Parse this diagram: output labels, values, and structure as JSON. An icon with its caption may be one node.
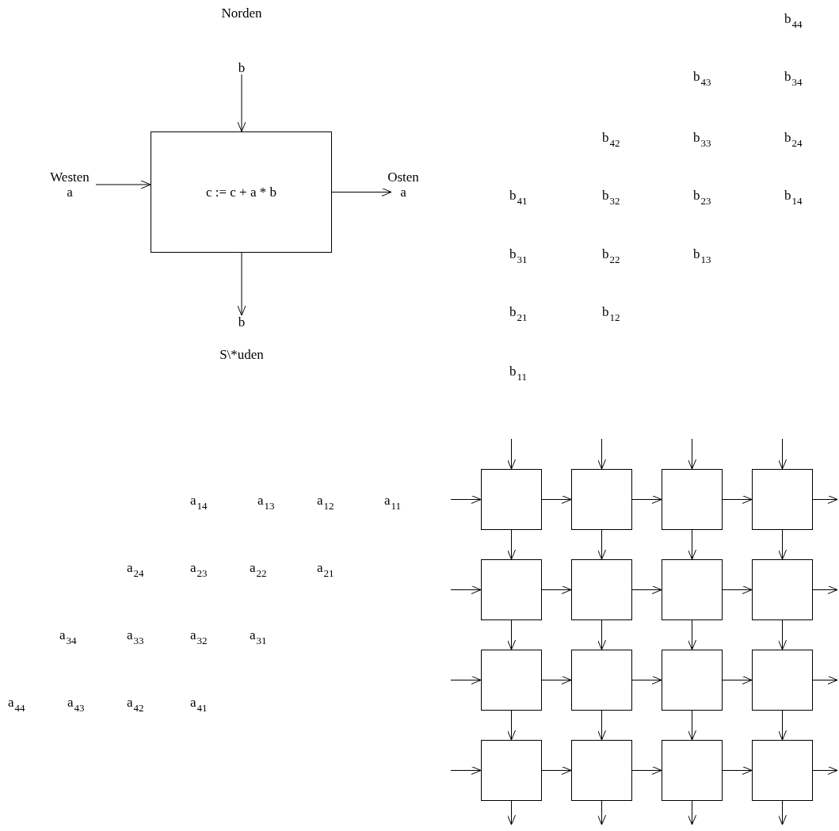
{
  "diagram": {
    "nodes": [
      {
        "text": [
          "c := c + a * b"
        ]
      },
      {
        "text": [
          "Norden",
          "b"
        ]
      },
      {
        "text": [
          "Westen",
          "a"
        ]
      },
      {
        "text": [
          "Osten",
          "a"
        ]
      },
      {
        "text": [
          "b",
          "S\\*uden"
        ]
      },
      {
        "text": [],
        "shape": "box"
      },
      {
        "text": [],
        "shape": "box"
      },
      {
        "text": [],
        "shape": "box"
      },
      {
        "text": [],
        "shape": "box"
      },
      {
        "text": [],
        "shape": "box"
      },
      {
        "text": [],
        "shape": "box"
      },
      {
        "text": [],
        "shape": "box"
      },
      {
        "text": [],
        "shape": "box"
      },
      {
        "text": [],
        "shape": "box"
      },
      {
        "text": [],
        "shape": "box"
      },
      {
        "text": [],
        "shape": "box"
      },
      {
        "text": [],
        "shape": "box"
      },
      {
        "text": [],
        "shape": "box"
      },
      {
        "text": [],
        "shape": "box"
      },
      {
        "text": [],
        "shape": "box"
      },
      {
        "text": [],
        "shape": "box"
      }
    ],
    "edges": [
      {
        "from": 1,
        "to": 0,
        "arrow": "to"
      },
      {
        "from": 2,
        "to": 0,
        "arrow": "to"
      },
      {
        "from": 0,
        "to": 3,
        "arrow": "to"
      },
      {
        "from": 0,
        "to": 4,
        "arrow": "to"
      },
      {
        "from": null,
        "to": 5,
        "arrow": "to"
      },
      {
        "from": null,
        "to": 6,
        "arrow": "to"
      },
      {
        "from": null,
        "to": 7,
        "arrow": "to"
      },
      {
        "from": null,
        "to": 8,
        "arrow": "to"
      },
      {
        "from": null,
        "to": 5,
        "arrow": "to"
      },
      {
        "from": 5,
        "to": 6,
        "arrow": "to"
      },
      {
        "from": 6,
        "to": 7,
        "arrow": "to"
      },
      {
        "from": 7,
        "to": 8,
        "arrow": "to"
      },
      {
        "from": 8,
        "to": null,
        "arrow": "to"
      },
      {
        "from": 5,
        "to": 9,
        "arrow": "to"
      },
      {
        "from": 6,
        "to": 10,
        "arrow": "to"
      },
      {
        "from": 7,
        "to": 11,
        "arrow": "to"
      },
      {
        "from": 8,
        "to": 12,
        "arrow": "to"
      },
      {
        "from": null,
        "to": 9,
        "arrow": "to"
      },
      {
        "from": 9,
        "to": 10,
        "arrow": "to"
      },
      {
        "from": 10,
        "to": 11,
        "arrow": "to"
      },
      {
        "from": 11,
        "to": 12,
        "arrow": "to"
      },
      {
        "from": 12,
        "to": null,
        "arrow": "to"
      },
      {
        "from": 9,
        "to": 13,
        "arrow": "to"
      },
      {
        "from": 10,
        "to": 14,
        "arrow": "to"
      },
      {
        "from": 11,
        "to": 15,
        "arrow": "to"
      },
      {
        "from": 12,
        "to": 16,
        "arrow": "to"
      },
      {
        "from": null,
        "to": 13,
        "arrow": "to"
      },
      {
        "from": 13,
        "to": 14,
        "arrow": "to"
      },
      {
        "from": 14,
        "to": 15,
        "arrow": "to"
      },
      {
        "from": 15,
        "to": 16,
        "arrow": "to"
      },
      {
        "from": 16,
        "to": null,
        "arrow": "to"
      },
      {
        "from": 13,
        "to": 17,
        "arrow": "to"
      },
      {
        "from": 14,
        "to": 18,
        "arrow": "to"
      },
      {
        "from": 15,
        "to": 19,
        "arrow": "to"
      },
      {
        "from": 16,
        "to": 20,
        "arrow": "to"
      },
      {
        "from": null,
        "to": 17,
        "arrow": "to"
      },
      {
        "from": 17,
        "to": 18,
        "arrow": "to"
      },
      {
        "from": 18,
        "to": 19,
        "arrow": "to"
      },
      {
        "from": 19,
        "to": 20,
        "arrow": "to"
      },
      {
        "from": 20,
        "to": null,
        "arrow": "to"
      },
      {
        "from": 17,
        "to": null,
        "arrow": "to"
      },
      {
        "from": 18,
        "to": null,
        "arrow": "to"
      },
      {
        "from": 19,
        "to": null,
        "arrow": "to"
      },
      {
        "from": 20,
        "to": null,
        "arrow": "to"
      }
    ],
    "labels": [
      "b$_{44}$",
      "b$_{43}$",
      "b$_{34}$",
      "b$_{42}$",
      "b$_{33}$",
      "b$_{24}$",
      "b$_{41}$",
      "b$_{32}$",
      "b$_{23}$",
      "b$_{14}$",
      "b$_{31}$",
      "b$_{22}$",
      "b$_{13}$",
      "b$_{21}$",
      "b$_{12}$",
      "b$_{11}$",
      "a$_{14}$",
      "a$_{13}$",
      "a$_{12}$",
      "a$_{11}$",
      "a$_{24}$",
      "a$_{23}$",
      "a$_{22}$",
      "a$_{21}$",
      "a$_{34}$",
      "a$_{33}$",
      "a$_{32}$",
      "a$_{31}$",
      "a$_{44}$",
      "a$_{43}$",
      "a$_{42}$",
      "a$_{41}$"
    ]
  }
}
